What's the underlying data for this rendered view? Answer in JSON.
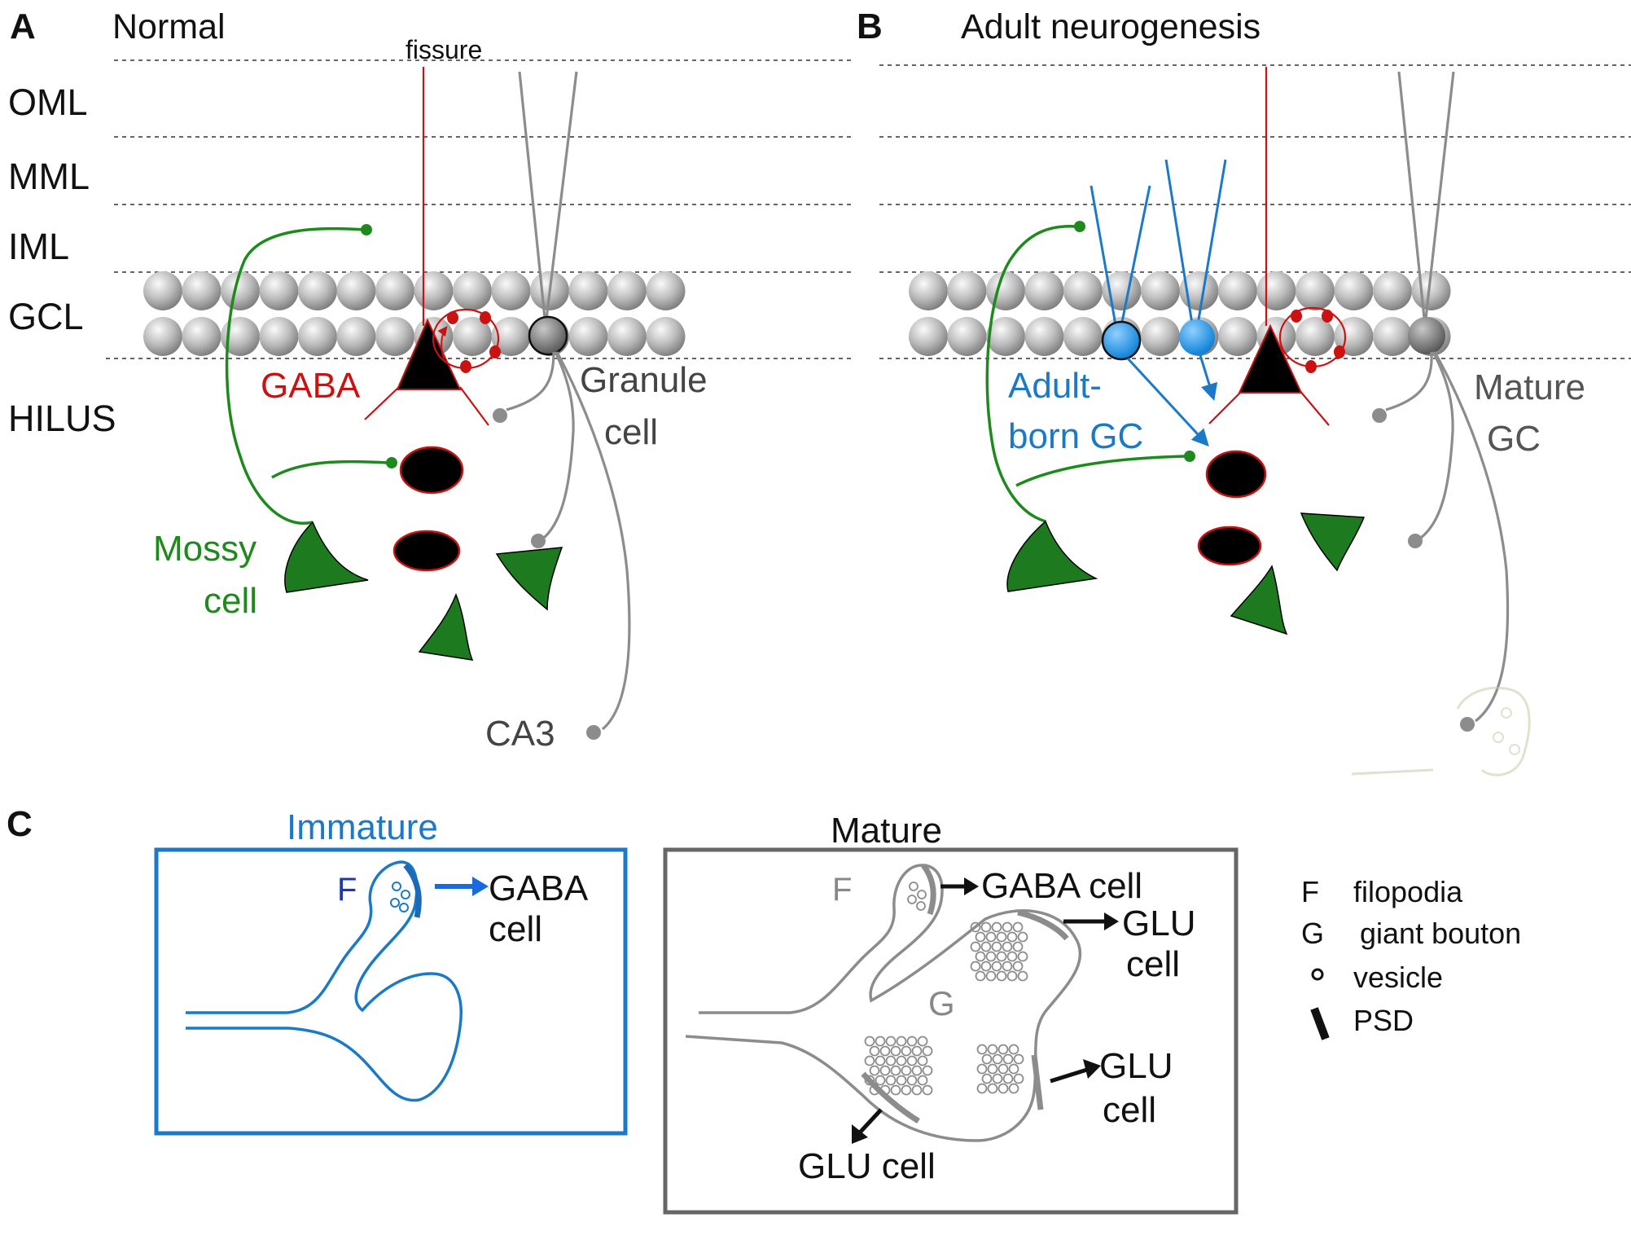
{
  "panels": {
    "a": {
      "letter": "A",
      "title": "Normal"
    },
    "b": {
      "letter": "B",
      "title": "Adult neurogenesis"
    },
    "c": {
      "letter": "C"
    }
  },
  "layers": [
    "OML",
    "MML",
    "IML",
    "GCL",
    "HILUS"
  ],
  "panel_a": {
    "fissure": "fissure",
    "gaba": "GABA",
    "granule_line1": "Granule",
    "granule_line2": "cell",
    "mossy_line1": "Mossy",
    "mossy_line2": "cell",
    "ca3": "CA3"
  },
  "panel_b": {
    "adult_line1": "Adult-",
    "adult_line2": "born GC",
    "mature_line1": "Mature",
    "mature_line2": "GC"
  },
  "panel_c": {
    "immature": {
      "title": "Immature",
      "f": "F",
      "target_line1": "GABA",
      "target_line2": "cell"
    },
    "mature": {
      "title": "Mature",
      "f": "F",
      "g": "G",
      "gaba_target": "GABA cell",
      "glu1_line1": "GLU",
      "glu1_line2": "cell",
      "glu2_line1": "GLU",
      "glu2_line2": "cell",
      "glu3": "GLU cell"
    },
    "legend": [
      {
        "key": "F",
        "label": "filopodia"
      },
      {
        "key": "G",
        "label": "giant bouton"
      },
      {
        "key": "vesicle-icon",
        "label": "vesicle"
      },
      {
        "key": "psd-icon",
        "label": "PSD"
      }
    ]
  },
  "colors": {
    "green": "#1e8a1e",
    "red": "#cc1111",
    "blue": "#1a7ac8",
    "gray": "#8c8c8c",
    "dark_gray": "#666666"
  }
}
